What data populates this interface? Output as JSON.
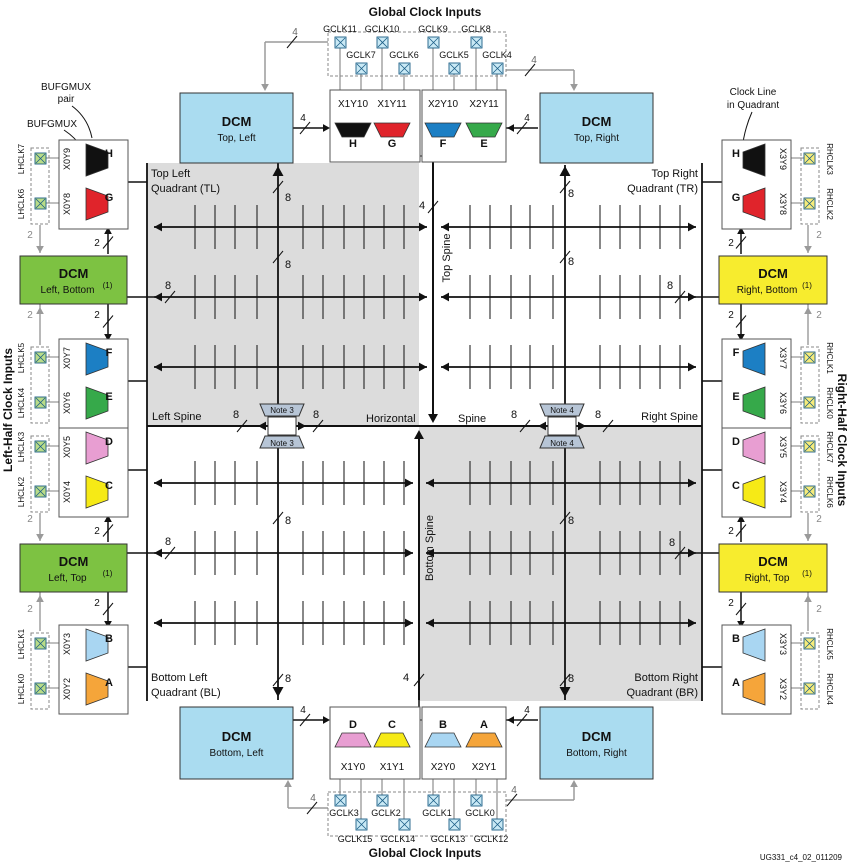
{
  "title_top": "Global Clock Inputs",
  "title_bottom": "Global Clock Inputs",
  "left_side_title": "Left-Half Clock Inputs",
  "right_side_title": "Right-Half Clock Inputs",
  "figure_id": "UG331_c4_02_011209",
  "colors": {
    "quadrant_fill": "#dcdcdc",
    "dcm_blue": "#aadcf0",
    "dcm_green": "#7dc242",
    "dcm_yellow": "#f7ec2e",
    "pad_fill": "#c9e9f5",
    "pad_green": "#b9dc88",
    "pad_yellow": "#f7ec7a",
    "arrow_gray": "#9a9a9a",
    "mux_black": "#111111",
    "mux_red": "#e0242b",
    "mux_blue": "#1c7fc4",
    "mux_green": "#36a94a",
    "mux_pink": "#e89ed2",
    "mux_yellow": "#f6ea16",
    "mux_lightblue": "#a9d6f2",
    "mux_orange": "#f5a53a"
  },
  "dcms": {
    "top_left": {
      "title": "DCM",
      "subtitle": "Top, Left"
    },
    "top_right": {
      "title": "DCM",
      "subtitle": "Top, Right"
    },
    "bottom_left": {
      "title": "DCM",
      "subtitle": "Bottom, Left"
    },
    "bottom_right": {
      "title": "DCM",
      "subtitle": "Bottom, Right"
    },
    "left_bottom": {
      "title": "DCM",
      "subtitle": "Left, Bottom",
      "note": "(1)"
    },
    "left_top": {
      "title": "DCM",
      "subtitle": "Left, Top",
      "note": "(1)"
    },
    "right_bottom": {
      "title": "DCM",
      "subtitle": "Right, Bottom",
      "note": "(1)"
    },
    "right_top": {
      "title": "DCM",
      "subtitle": "Right, Top",
      "note": "(1)"
    }
  },
  "quadrants": {
    "tl": [
      "Top Left",
      "Quadrant (TL)"
    ],
    "tr": [
      "Top Right",
      "Quadrant (TR)"
    ],
    "bl": [
      "Bottom Left",
      "Quadrant (BL)"
    ],
    "br": [
      "Bottom Right",
      "Quadrant (BR)"
    ]
  },
  "spines": {
    "left": "Left Spine",
    "right": "Right Spine",
    "horizontal_1": "Horizontal",
    "horizontal_2": "Spine",
    "top": "Top Spine",
    "bottom": "Bottom Spine"
  },
  "notes": {
    "left": "Note 3",
    "right": "Note 4"
  },
  "callouts": {
    "bufgmux_pair": [
      "BUFGMUX",
      "pair"
    ],
    "bufgmux": "BUFGMUX",
    "clock_line": [
      "Clock Line",
      "in Quadrant"
    ]
  },
  "top_gclk_row1": [
    "GCLK11",
    "GCLK10",
    "GCLK9",
    "GCLK8"
  ],
  "top_gclk_row2": [
    "GCLK7",
    "GCLK6",
    "GCLK5",
    "GCLK4"
  ],
  "top_bufs": [
    {
      "loc": "X1Y10",
      "mux": "H"
    },
    {
      "loc": "X1Y11",
      "mux": "G"
    },
    {
      "loc": "X2Y10",
      "mux": "F"
    },
    {
      "loc": "X2Y11",
      "mux": "E"
    }
  ],
  "bottom_bufs": [
    {
      "loc": "X1Y0",
      "mux": "D"
    },
    {
      "loc": "X1Y1",
      "mux": "C"
    },
    {
      "loc": "X2Y0",
      "mux": "B"
    },
    {
      "loc": "X2Y1",
      "mux": "A"
    }
  ],
  "bottom_gclk_row1": [
    "GCLK3",
    "GCLK2",
    "GCLK1",
    "GCLK0"
  ],
  "bottom_gclk_row2": [
    "GCLK15",
    "GCLK14",
    "GCLK13",
    "GCLK12"
  ],
  "left_groups": [
    {
      "pins": [
        "LHCLK7",
        "LHCLK6"
      ],
      "locs": [
        "X0Y9",
        "X0Y8"
      ],
      "muxes": [
        "H",
        "G"
      ]
    },
    {
      "pins": [
        "LHCLK5",
        "LHCLK4"
      ],
      "locs": [
        "X0Y7",
        "X0Y6"
      ],
      "muxes": [
        "F",
        "E"
      ]
    },
    {
      "pins": [
        "LHCLK3",
        "LHCLK2"
      ],
      "locs": [
        "X0Y5",
        "X0Y4"
      ],
      "muxes": [
        "D",
        "C"
      ]
    },
    {
      "pins": [
        "LHCLK1",
        "LHCLK0"
      ],
      "locs": [
        "X0Y3",
        "X0Y2"
      ],
      "muxes": [
        "B",
        "A"
      ]
    }
  ],
  "right_groups": [
    {
      "pins": [
        "RHCLK3",
        "RHCLK2"
      ],
      "locs": [
        "X3Y9",
        "X3Y8"
      ],
      "muxes": [
        "H",
        "G"
      ]
    },
    {
      "pins": [
        "RHCLK1",
        "RHCLK0"
      ],
      "locs": [
        "X3Y7",
        "X3Y6"
      ],
      "muxes": [
        "F",
        "E"
      ]
    },
    {
      "pins": [
        "RHCLK7",
        "RHCLK6"
      ],
      "locs": [
        "X3Y5",
        "X3Y4"
      ],
      "muxes": [
        "D",
        "C"
      ]
    },
    {
      "pins": [
        "RHCLK5",
        "RHCLK4"
      ],
      "locs": [
        "X3Y3",
        "X3Y2"
      ],
      "muxes": [
        "B",
        "A"
      ]
    }
  ],
  "bus_widths": {
    "two": "2",
    "four": "4",
    "eight": "8"
  }
}
